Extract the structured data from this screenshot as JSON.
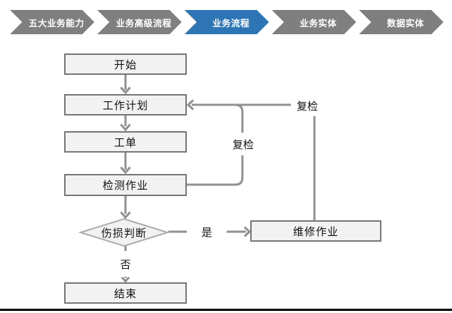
{
  "nav": {
    "items": [
      {
        "label": "五大业务能力",
        "active": false
      },
      {
        "label": "业务高级流程",
        "active": false
      },
      {
        "label": "业务流程",
        "active": true
      },
      {
        "label": "业务实体",
        "active": false
      },
      {
        "label": "数据实体",
        "active": false
      }
    ]
  },
  "flowchart": {
    "nodes": {
      "start": "开始",
      "plan": "工作计划",
      "order": "工单",
      "inspect": "检测作业",
      "judge": "伤损判断",
      "repair": "维修作业",
      "end": "结束"
    },
    "labels": {
      "recheck_inner": "复检",
      "recheck_outer": "复检",
      "yes": "是",
      "no": "否"
    }
  },
  "colors": {
    "accent_blue": "#2E75B6",
    "step_gray": "#7F7F7F",
    "node_fill": "#F2F2F2",
    "node_border": "#767676",
    "connector_gray": "#909090",
    "bottom_rule": "#000000"
  }
}
